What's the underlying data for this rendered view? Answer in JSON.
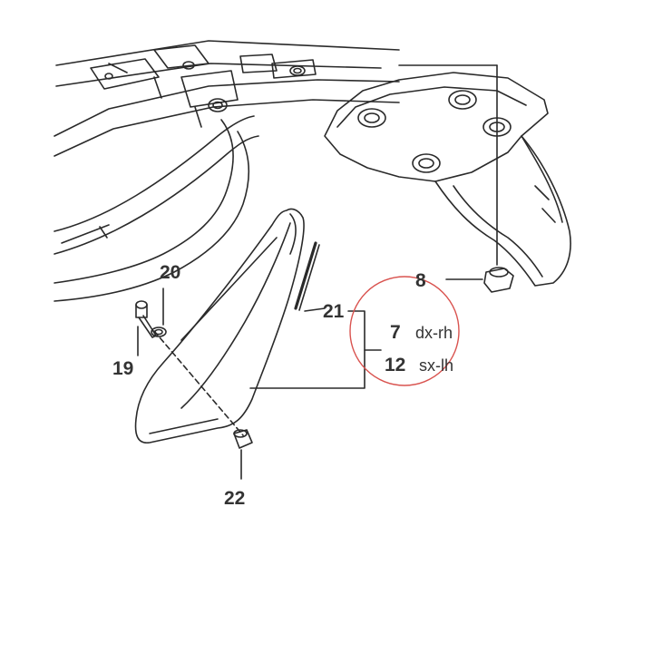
{
  "callouts": {
    "part_8": "8",
    "part_19": "19",
    "part_20": "20",
    "part_21": "21",
    "part_22": "22",
    "part_7": "7",
    "part_12": "12"
  },
  "sides": {
    "right": "dx-rh",
    "left": "sx-lh"
  },
  "colors": {
    "line": "#2a2a2a",
    "label": "#333333",
    "highlight_circle": "#d9534f"
  }
}
